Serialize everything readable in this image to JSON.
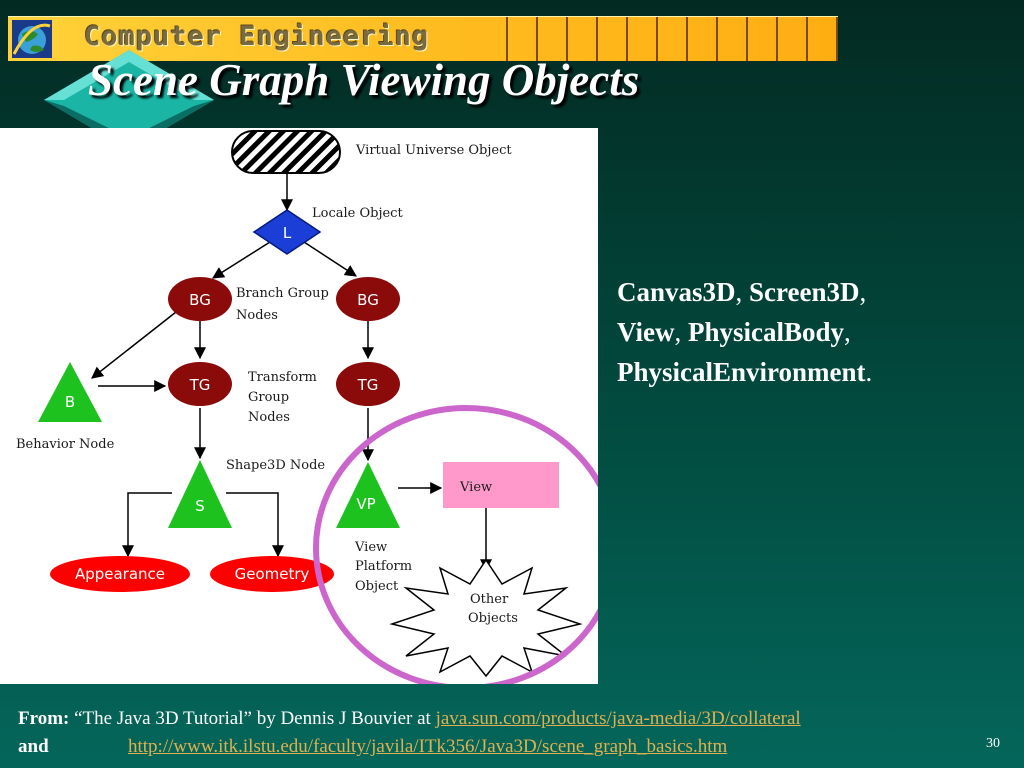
{
  "banner": {
    "title": "Computer Engineering"
  },
  "slide": {
    "title": "Scene Graph Viewing Objects",
    "page_number": "30"
  },
  "diagram": {
    "labels": {
      "virtual_universe": "Virtual Universe Object",
      "locale": "Locale Object",
      "branch_group_1": "Branch Group",
      "branch_group_2": "Nodes",
      "transform_group_1": "Transform",
      "transform_group_2": "Group",
      "transform_group_3": "Nodes",
      "behavior": "Behavior Node",
      "shape3d": "Shape3D Node",
      "view_platform_1": "View",
      "view_platform_2": "Platform",
      "view_platform_3": "Object",
      "other_1": "Other",
      "other_2": "Objects"
    },
    "nodes": {
      "locale": "L",
      "bg": "BG",
      "tg": "TG",
      "behavior": "B",
      "shape": "S",
      "vp": "VP",
      "view": "View",
      "appearance": "Appearance",
      "geometry": "Geometry"
    },
    "colors": {
      "bg_fill": "#8b0a0a",
      "locale_fill": "#1b3fd6",
      "leaf_fill": "#1ec21e",
      "ellipse_fill": "#ff0000",
      "view_fill": "#ff99cc",
      "highlight_ring": "#cc66cc"
    }
  },
  "side_text": {
    "item1": "Canvas3D",
    "sep1": ", ",
    "item2": "Screen3D",
    "sep2": ",",
    "item3": "View",
    "sep3": ", ",
    "item4": "PhysicalBody",
    "sep4": ",",
    "item5": "PhysicalEnvironment",
    "end": "."
  },
  "footer": {
    "from_label": "From:",
    "citation": " “The Java 3D Tutorial” by Dennis J Bouvier at ",
    "link1": "java.sun.com/products/java-media/3D/collateral",
    "and_label": "and",
    "link2": "http://www.itk.ilstu.edu/faculty/javila/ITk356/Java3D/scene_graph_basics.htm"
  }
}
